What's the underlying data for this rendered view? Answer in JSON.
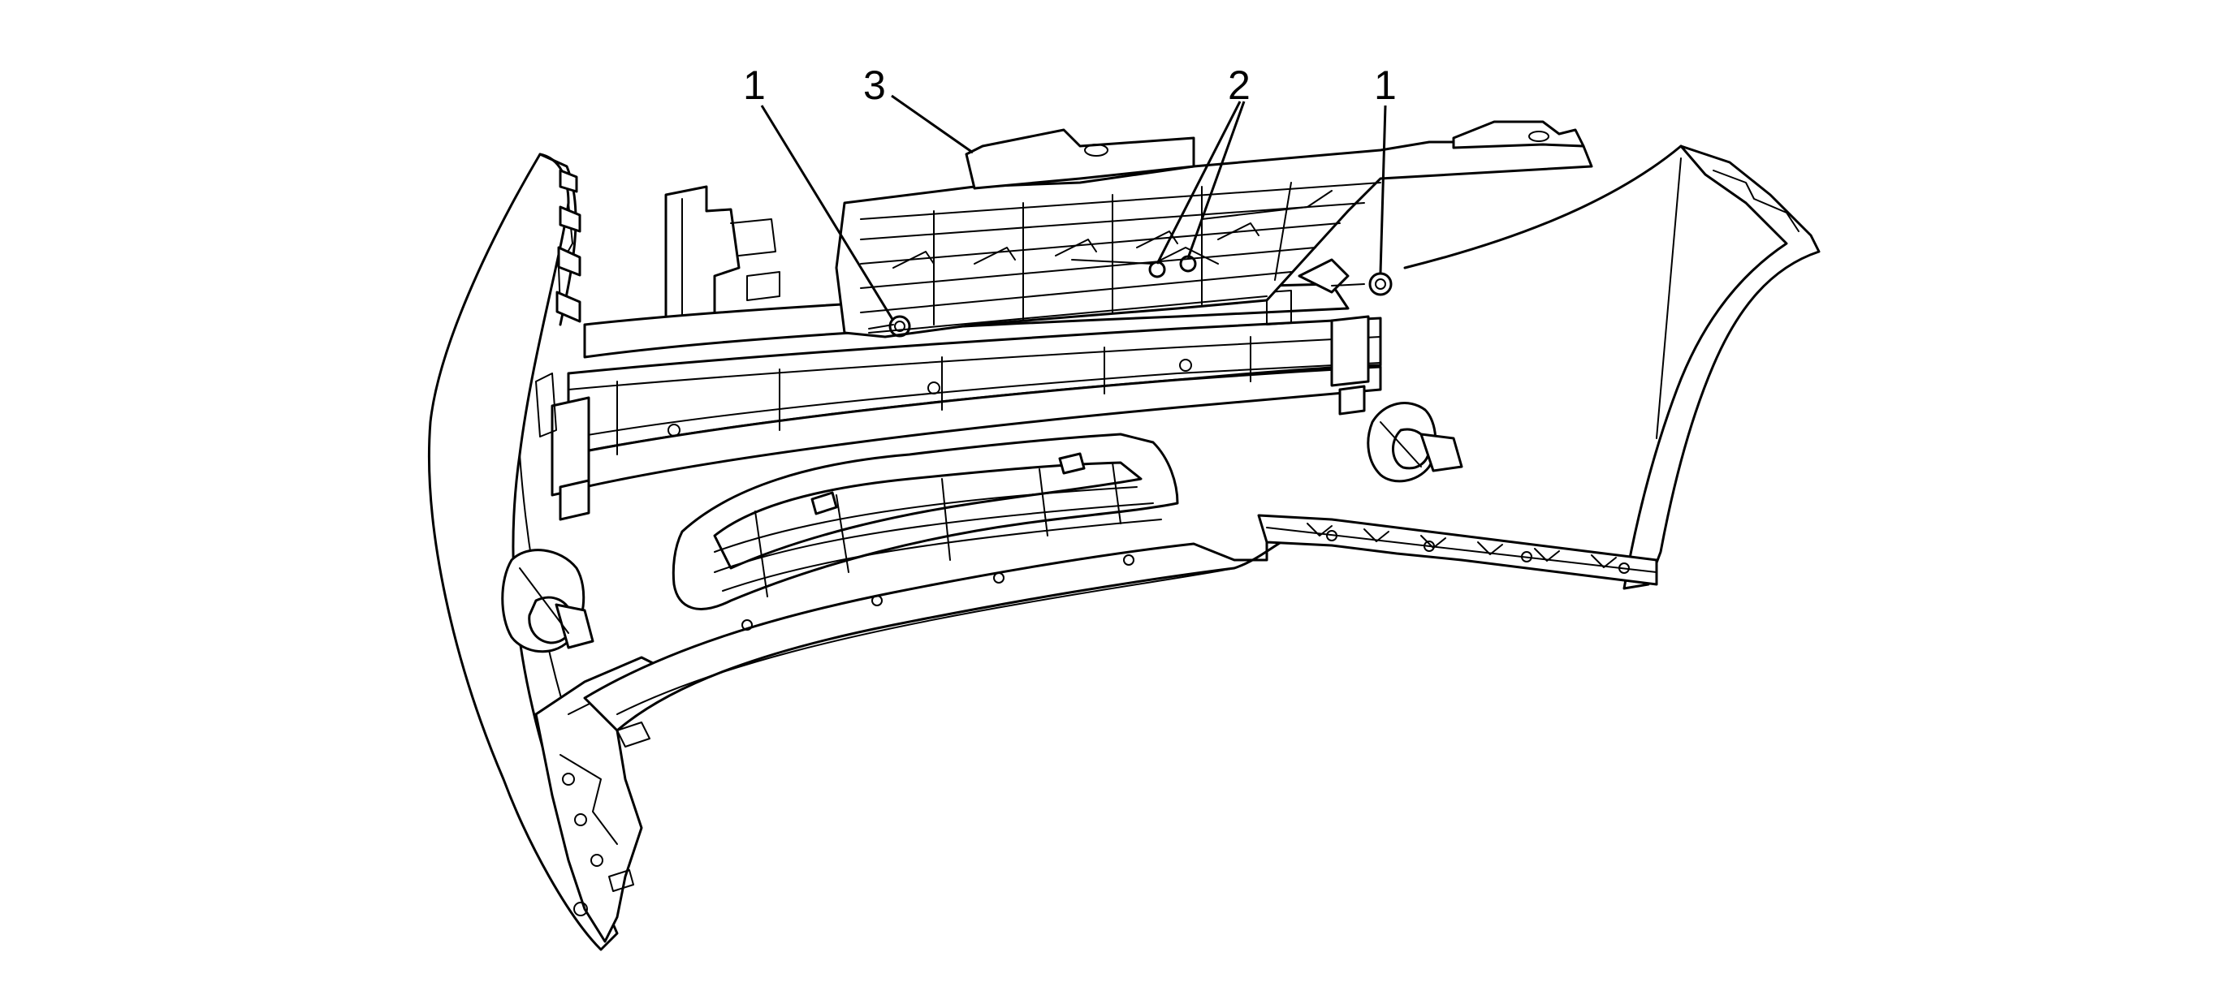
{
  "callouts": [
    {
      "id": "c1a",
      "label": "1"
    },
    {
      "id": "c3",
      "label": "3"
    },
    {
      "id": "c2",
      "label": "2"
    },
    {
      "id": "c1b",
      "label": "1"
    }
  ]
}
